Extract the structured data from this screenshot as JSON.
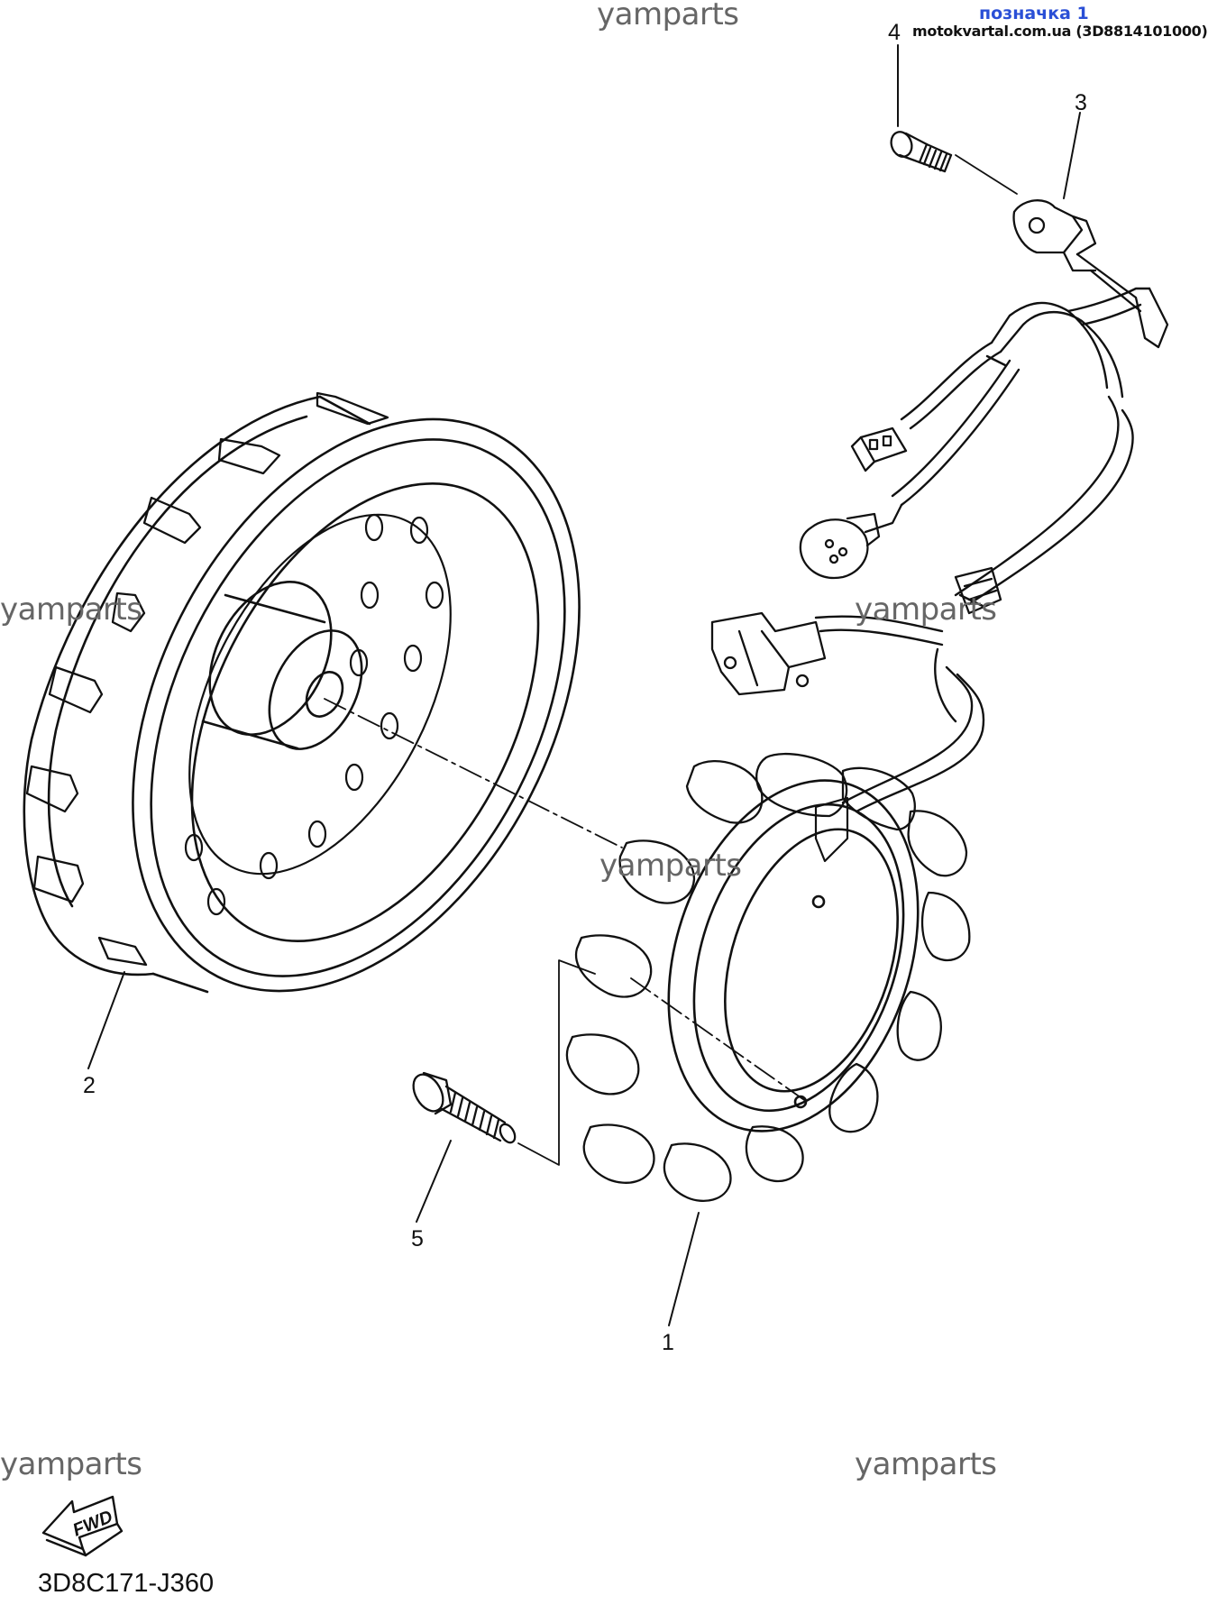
{
  "watermark": "yamparts",
  "tag": {
    "label": "позначка 1",
    "site": "motokvartal.com.ua (3D8814101000)"
  },
  "callouts": {
    "part1": "1",
    "part2": "2",
    "part3": "3",
    "part4": "4",
    "part5": "5"
  },
  "fwd_label": "FWD",
  "diagram_code": "3D8C171-J360",
  "colors": {
    "line": "#111111",
    "watermark": "#666666",
    "tag": "#2a4fd6"
  }
}
